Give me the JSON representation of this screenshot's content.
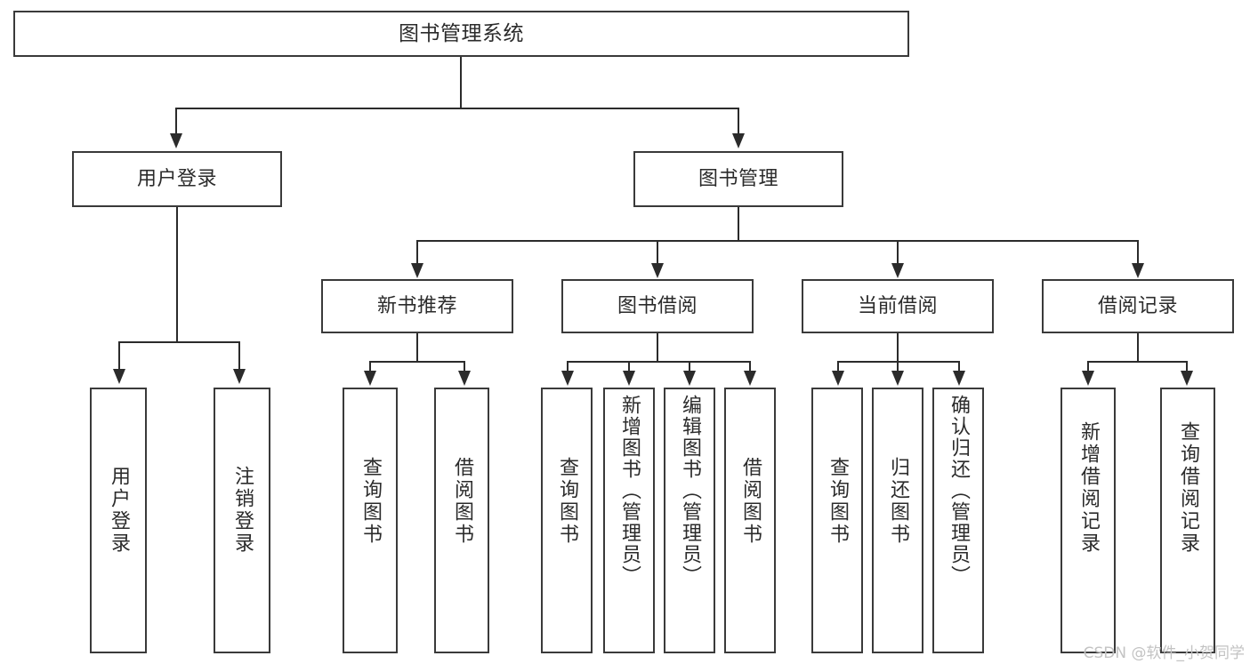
{
  "diagram": {
    "title": "图书管理系统",
    "type": "tree",
    "watermark": "CSDN @软件_小贺同学",
    "accent_color": "#2b2b2b",
    "box_fill": "#ffffff",
    "levels": [
      {
        "level": 1,
        "nodes": [
          {
            "id": "root",
            "label": "图书管理系统"
          }
        ]
      },
      {
        "level": 2,
        "nodes": [
          {
            "id": "user-login",
            "label": "用户登录",
            "parent": "root"
          },
          {
            "id": "book-mgmt",
            "label": "图书管理",
            "parent": "root"
          }
        ]
      },
      {
        "level": 3,
        "nodes": [
          {
            "id": "new-book-rec",
            "label": "新书推荐",
            "parent": "book-mgmt"
          },
          {
            "id": "book-borrow",
            "label": "图书借阅",
            "parent": "book-mgmt"
          },
          {
            "id": "current-borrow",
            "label": "当前借阅",
            "parent": "book-mgmt"
          },
          {
            "id": "borrow-record",
            "label": "借阅记录",
            "parent": "book-mgmt"
          }
        ]
      },
      {
        "level": 4,
        "nodes": [
          {
            "id": "leaf-user-login",
            "label": "用户登录",
            "parent": "user-login"
          },
          {
            "id": "leaf-logout",
            "label": "注销登录",
            "parent": "user-login"
          },
          {
            "id": "leaf-query-book-1",
            "label": "查询图书",
            "parent": "new-book-rec"
          },
          {
            "id": "leaf-borrow-book-1",
            "label": "借阅图书",
            "parent": "new-book-rec"
          },
          {
            "id": "leaf-query-book-2",
            "label": "查询图书",
            "parent": "book-borrow"
          },
          {
            "id": "leaf-add-book",
            "label": "新增图书（管理员）",
            "parent": "book-borrow"
          },
          {
            "id": "leaf-edit-book",
            "label": "编辑图书（管理员）",
            "parent": "book-borrow"
          },
          {
            "id": "leaf-borrow-book-2",
            "label": "借阅图书",
            "parent": "book-borrow"
          },
          {
            "id": "leaf-query-book-3",
            "label": "查询图书",
            "parent": "current-borrow"
          },
          {
            "id": "leaf-return-book",
            "label": "归还图书",
            "parent": "current-borrow"
          },
          {
            "id": "leaf-confirm-return",
            "label": "确认归还（管理员）",
            "parent": "current-borrow"
          },
          {
            "id": "leaf-add-record",
            "label": "新增借阅记录",
            "parent": "borrow-record"
          },
          {
            "id": "leaf-query-record",
            "label": "查询借阅记录",
            "parent": "borrow-record"
          }
        ]
      }
    ]
  }
}
